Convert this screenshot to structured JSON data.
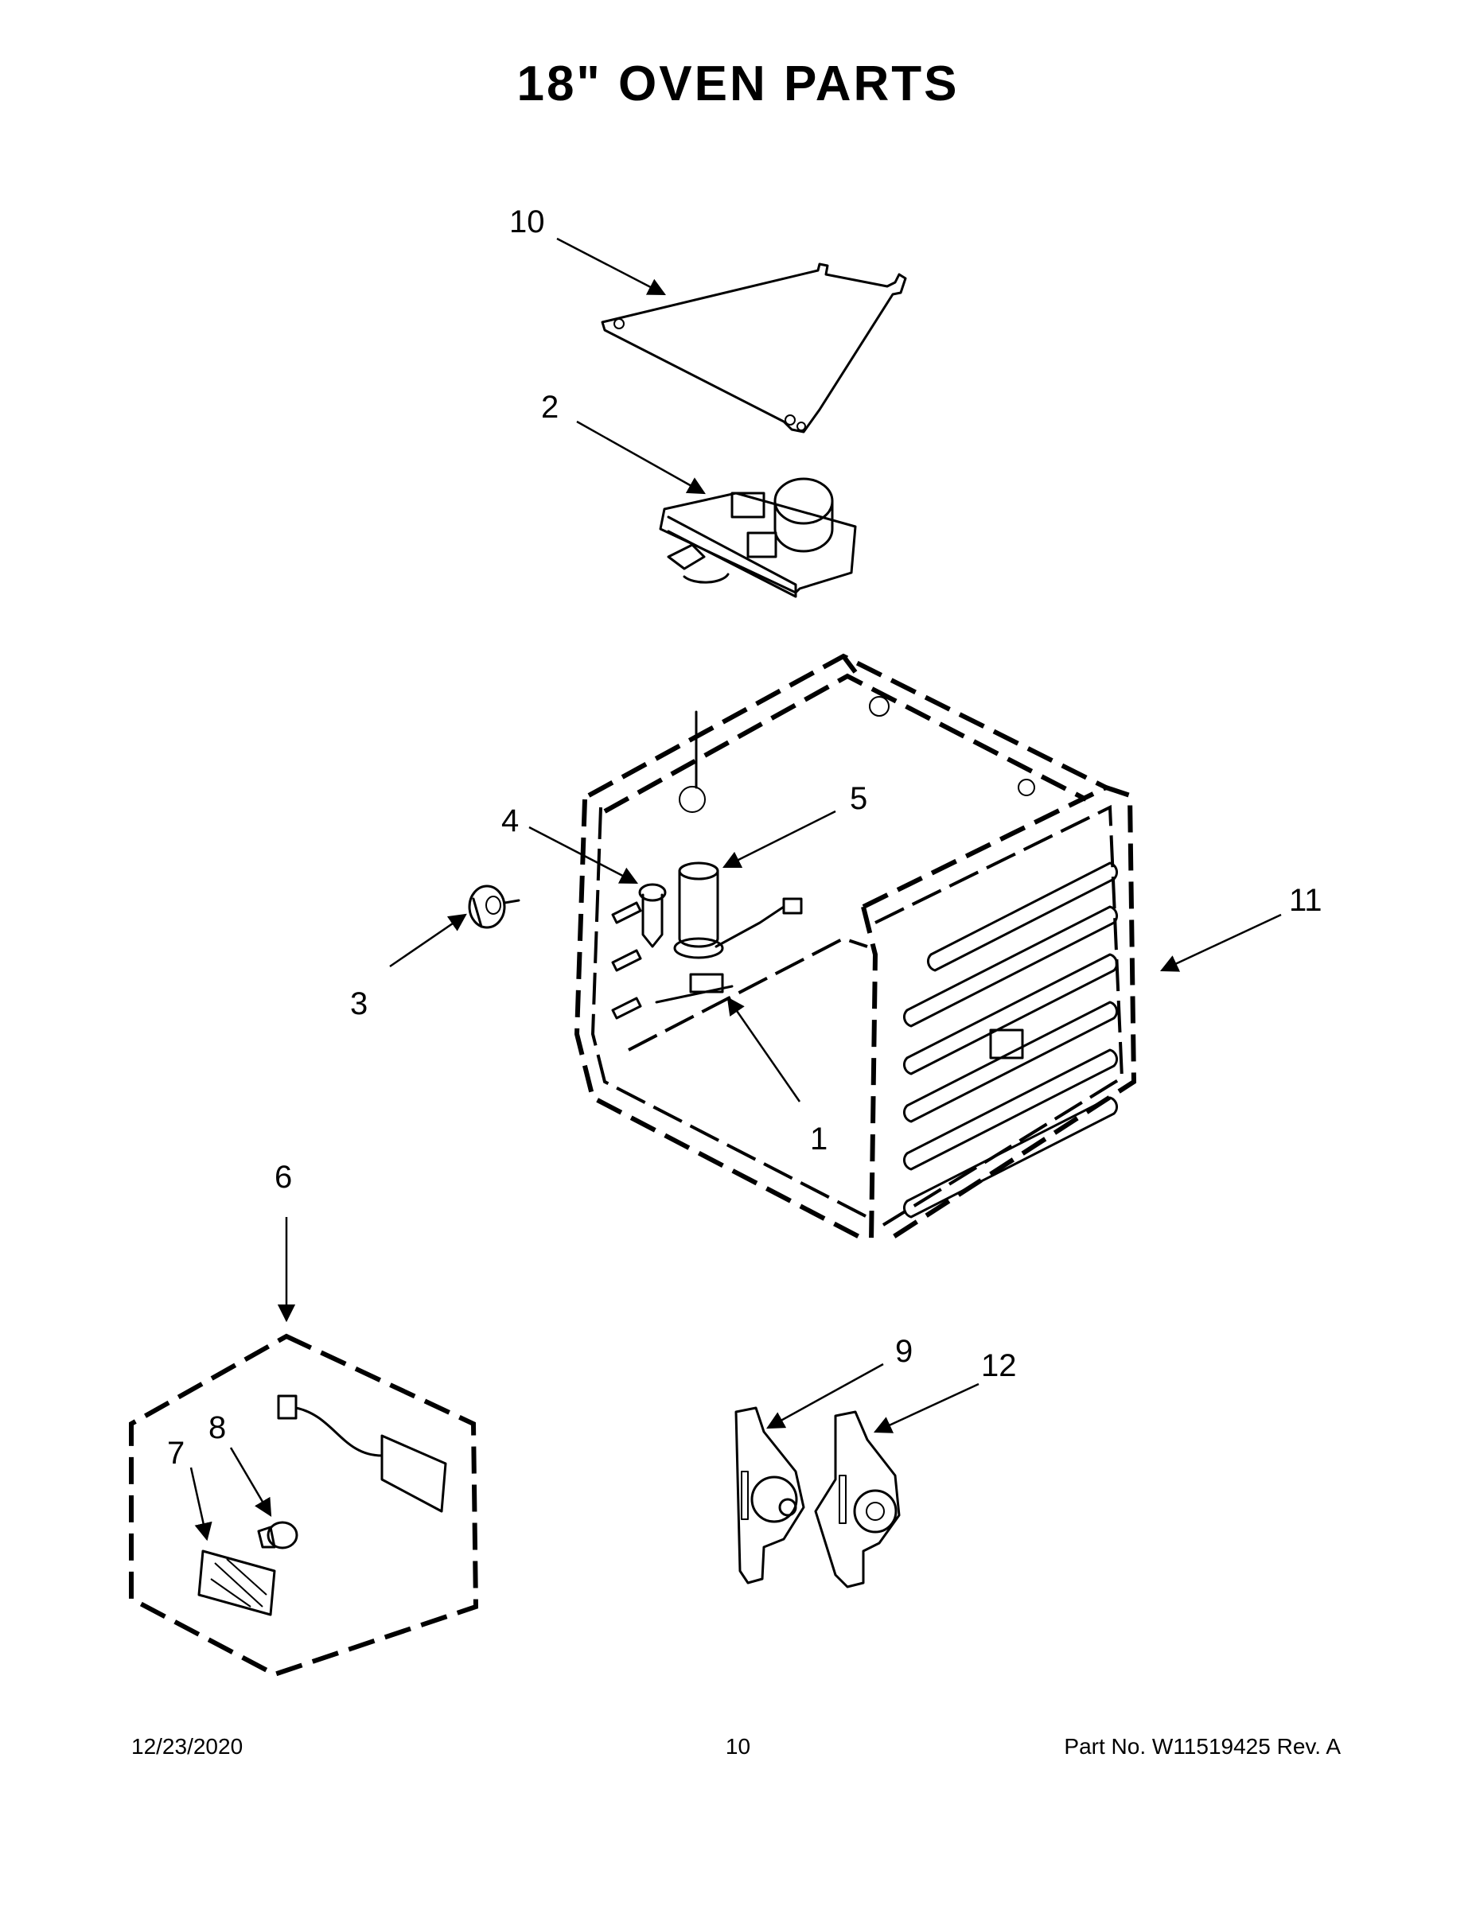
{
  "title": "18\" OVEN PARTS",
  "callouts": [
    "10",
    "2",
    "5",
    "4",
    "11",
    "3",
    "1",
    "6",
    "9",
    "12",
    "7",
    "8"
  ],
  "footer": {
    "date": "12/23/2020",
    "page": "10",
    "part_number": "Part No.  W11519425  Rev.  A"
  }
}
